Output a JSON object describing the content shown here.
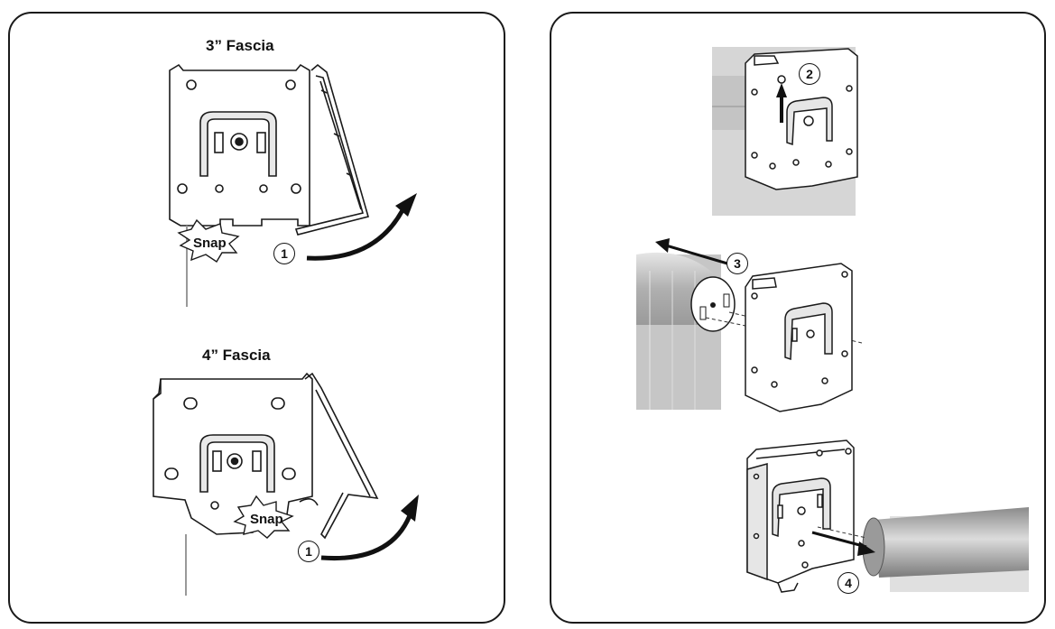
{
  "left_panel": {
    "top_title": "3” Fascia",
    "bottom_title": "4” Fascia",
    "snap_label": "Snap",
    "step_1": "1"
  },
  "right_panel": {
    "step_2": "2",
    "step_3": "3",
    "step_4": "4"
  },
  "colors": {
    "line": "#1a1a1a",
    "panel_border": "#1a1a1a",
    "gray_tube": "#bdbdbd",
    "gray_wall": "#d4d4d4"
  }
}
